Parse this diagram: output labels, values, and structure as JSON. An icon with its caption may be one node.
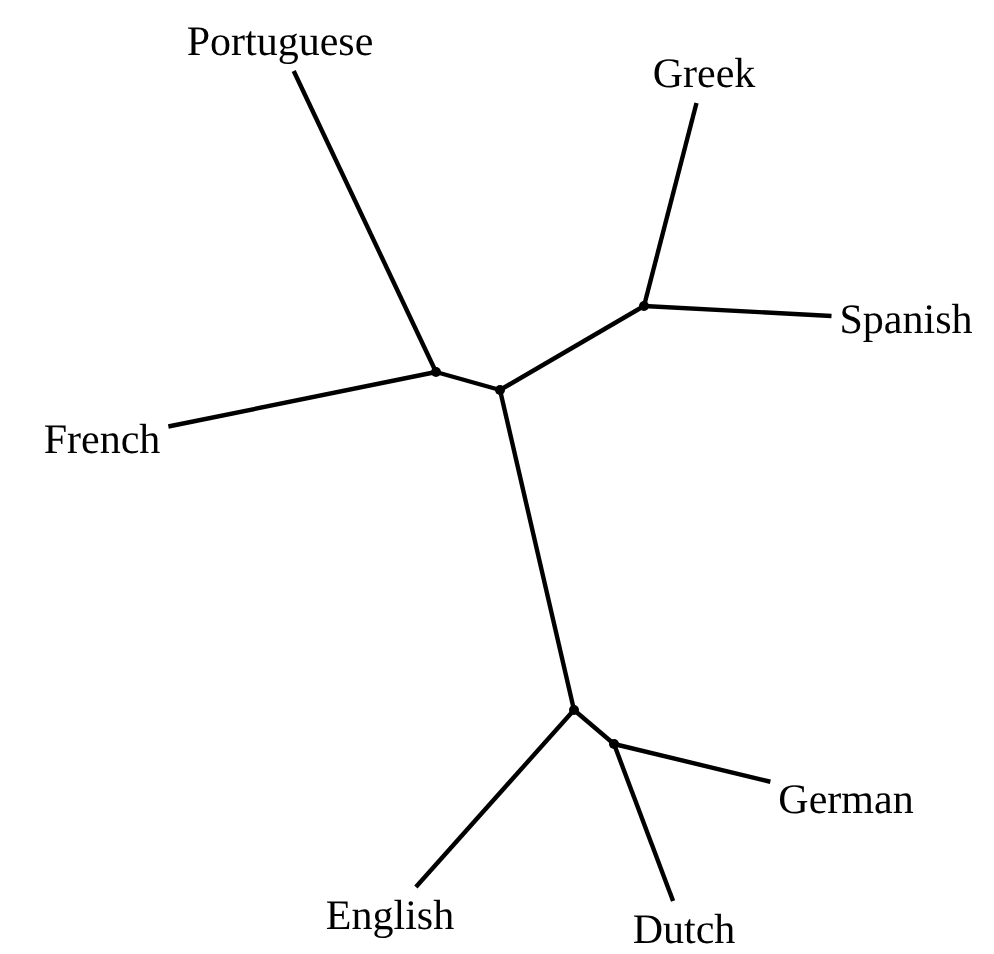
{
  "diagram": {
    "nodes": [
      {
        "text": [
          "Portuguese"
        ]
      },
      {
        "text": [
          "Greek"
        ]
      },
      {
        "text": [
          "Spanish"
        ]
      },
      {
        "text": [
          "French"
        ]
      },
      {
        "text": [
          "German"
        ]
      },
      {
        "text": [
          "English"
        ]
      },
      {
        "text": [
          "Dutch"
        ]
      },
      {
        "text": [],
        "shape": "point"
      },
      {
        "text": [],
        "shape": "point"
      },
      {
        "text": [],
        "shape": "point"
      },
      {
        "text": [],
        "shape": "point"
      },
      {
        "text": [],
        "shape": "point"
      }
    ],
    "edges": [
      {
        "from": 0,
        "to": 7,
        "arrow": "none"
      },
      {
        "from": 3,
        "to": 7,
        "arrow": "none"
      },
      {
        "from": 7,
        "to": 8,
        "arrow": "none"
      },
      {
        "from": 8,
        "to": 9,
        "arrow": "none"
      },
      {
        "from": 9,
        "to": 1,
        "arrow": "none"
      },
      {
        "from": 9,
        "to": 2,
        "arrow": "none"
      },
      {
        "from": 8,
        "to": 10,
        "arrow": "none"
      },
      {
        "from": 10,
        "to": 5,
        "arrow": "none"
      },
      {
        "from": 10,
        "to": 11,
        "arrow": "none"
      },
      {
        "from": 11,
        "to": 4,
        "arrow": "none"
      },
      {
        "from": 11,
        "to": 6,
        "arrow": "none"
      }
    ]
  }
}
